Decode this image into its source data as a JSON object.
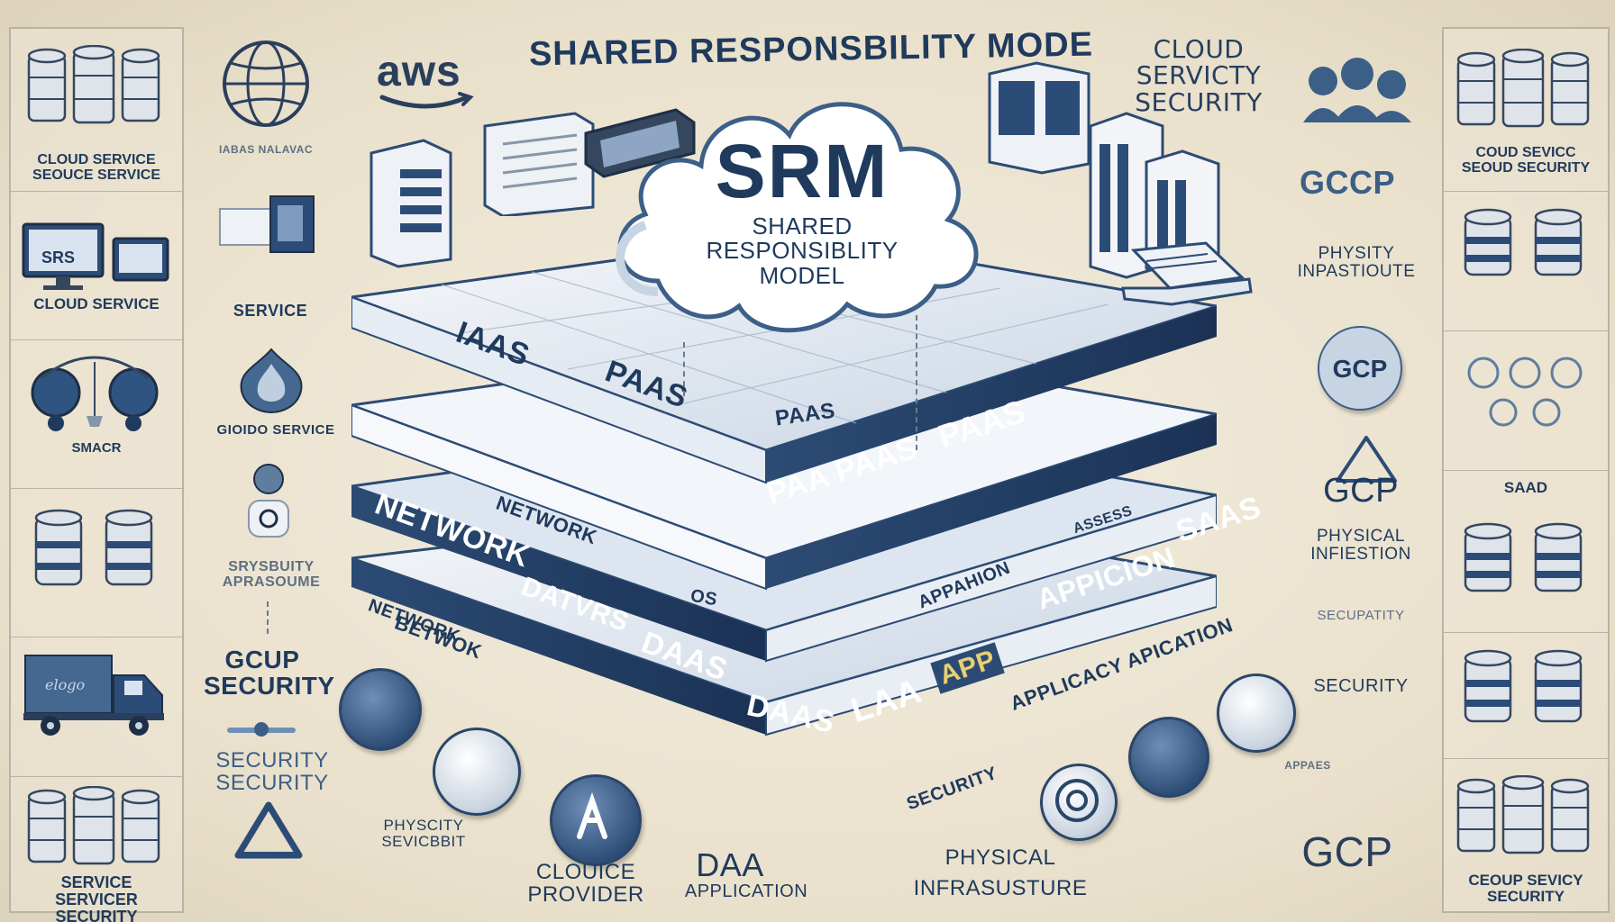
{
  "title": "SHARED RESPONSBILITY MODE",
  "aws_logo": "aws",
  "cloud": {
    "main": "SRM",
    "sub_line1": "SHARED",
    "sub_line2": "RESPONSIBLITY",
    "sub_line3": "MODEL"
  },
  "top_right_heading": [
    "CLOUD",
    "SERVICTY",
    "SECURITY"
  ],
  "layers": {
    "layer1": {
      "labels": [
        "IAAS",
        "PAAS",
        "PAAS",
        "PAAS",
        "PAA PAAS"
      ]
    },
    "layer2": {
      "labels": [
        "NETWORK",
        "NETWORK",
        "OS",
        "APPAHION",
        "ASSESS",
        "SAAS"
      ]
    },
    "layer3": {
      "labels": [
        "NETWORK",
        "DATVRS",
        "DAAS",
        "APPICION"
      ]
    },
    "layer4": {
      "labels": [
        "BETWOK",
        "DAAS",
        "LAA",
        "APP",
        "APPLICACY APICATION",
        "SECURITY"
      ]
    }
  },
  "left_column": {
    "cells": [
      {
        "caption": "CLOUD SERVICE SEOUCE SERVICE",
        "icon": "database-icon"
      },
      {
        "caption": "CLOUD SERVICE",
        "icon": "monitor-icon",
        "screen_text": "SRS"
      },
      {
        "caption": "SMACR",
        "icon": "shield-icon"
      },
      {
        "caption": "",
        "icon": "database-icon"
      },
      {
        "caption": "",
        "icon": "truck-icon"
      },
      {
        "caption": "SERVICE SERVICER SECURITY",
        "icon": "database-icon"
      }
    ]
  },
  "inner_left": [
    {
      "caption": "IABAS NALAVAC",
      "icon": "globe-icon"
    },
    {
      "caption": "SERVICE",
      "icon": "server-icon"
    },
    {
      "caption": "GIOIDO SERVICE",
      "icon": "shield-icon"
    },
    {
      "caption": "SRYSBUITY APRASOUME",
      "icon": "lock-icon"
    },
    {
      "caption": "GCUP SECURITY",
      "icon": ""
    },
    {
      "caption": "SECURITY SECURITY",
      "icon": "warning-icon"
    }
  ],
  "inner_right": [
    {
      "caption": "",
      "icon": "people-icon"
    },
    {
      "caption": "GCCP",
      "icon": ""
    },
    {
      "caption": "PHYSITY INPASTIOUTE",
      "icon": ""
    },
    {
      "caption": "GCP",
      "icon": ""
    },
    {
      "caption": "GCP",
      "icon": "warning-icon"
    },
    {
      "caption": "PHYSICAL INFIESTION",
      "icon": ""
    },
    {
      "caption": "SECUPATITY",
      "icon": ""
    },
    {
      "caption": "SECURITY",
      "icon": ""
    },
    {
      "caption": "APPAES",
      "icon": ""
    },
    {
      "caption": "GCP",
      "icon": ""
    }
  ],
  "right_column": {
    "cells": [
      {
        "caption": "COUD SEVICC SEOUD SECURITY",
        "icon": "database-icon"
      },
      {
        "caption": "",
        "icon": "database-icon"
      },
      {
        "caption": "",
        "icon": "shield-icon"
      },
      {
        "caption": "SAAD",
        "icon": ""
      },
      {
        "caption": "",
        "icon": "database-icon"
      },
      {
        "caption": "",
        "icon": "database-icon"
      },
      {
        "caption": "CEOUP SEVICY SECURITY",
        "icon": "database-icon"
      }
    ]
  },
  "bottom_labels": {
    "physcity": "PHYSCITY SEVICBBIT",
    "cloud_provider": "CLOUICE PROVIDER",
    "daa": "DAA",
    "application": "APPLICATION",
    "physical": "PHYSICAL",
    "infra": "INFRASUSTURE"
  },
  "colors": {
    "navy": "#1f3a5c",
    "steel": "#3c5f88",
    "paper": "#ece4d1",
    "panel_light": "#f7f8fb",
    "panel_blue": "#c7d4e3"
  }
}
